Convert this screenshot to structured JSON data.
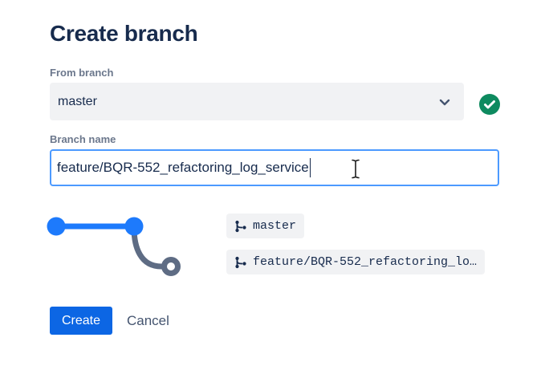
{
  "dialog": {
    "title": "Create branch",
    "from_branch": {
      "label": "From branch",
      "value": "master",
      "status_icon": "check-circle-icon"
    },
    "branch_name": {
      "label": "Branch name",
      "value": "feature/BQR-552_refactoring_log_service"
    },
    "graph_preview": {
      "labels": [
        {
          "icon": "branch-icon",
          "text": "master"
        },
        {
          "icon": "branch-icon",
          "text": "feature/BQR-552_refactoring_lo…"
        }
      ]
    },
    "actions": {
      "create": "Create",
      "cancel": "Cancel"
    }
  },
  "colors": {
    "primary_button": "#0C66E4",
    "focus_border": "#4C9AFF",
    "success_green": "#0E8A5F",
    "graph_blue": "#1D7AFC",
    "graph_gray": "#5E6C84",
    "text_dark": "#172B4D",
    "label_gray": "#6B778C",
    "field_background": "#F1F2F4"
  }
}
